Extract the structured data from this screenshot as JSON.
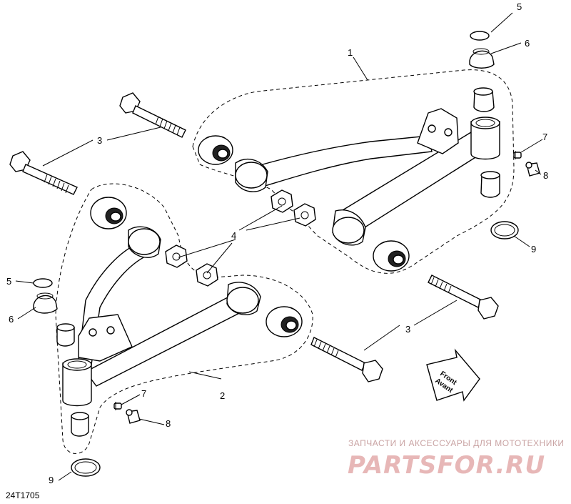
{
  "diagram": {
    "callouts": {
      "c1": "1",
      "c2": "2",
      "c3a": "3",
      "c3b": "3",
      "c4": "4",
      "c5a": "5",
      "c5b": "5",
      "c6a": "6",
      "c6b": "6",
      "c7a": "7",
      "c7b": "7",
      "c8a": "8",
      "c8b": "8",
      "c9a": "9",
      "c9b": "9"
    },
    "direction_arrow": {
      "line1": "Front",
      "line2": "Avant"
    },
    "drawing_code": "24T1705"
  },
  "watermark": {
    "caption": "ЗАПЧАСТИ И АКСЕССУАРЫ ДЛЯ МОТОТЕХНИКИ",
    "brand": "PARTSFOR.RU"
  }
}
